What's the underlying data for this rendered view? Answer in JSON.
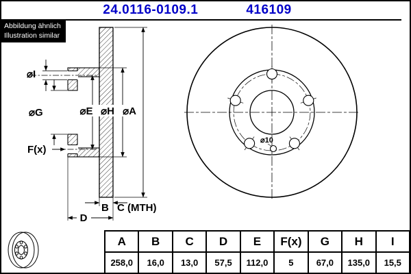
{
  "colors": {
    "accent": "#0000c8",
    "note_bg": "#000000",
    "line": "#000000"
  },
  "header": {
    "part_number": "24.0116-0109.1",
    "ref_number": "416109"
  },
  "note": {
    "line1": "Abbildung ähnlich",
    "line2": "Illustration similar"
  },
  "drawing": {
    "labels": {
      "dia_i": "⌀I",
      "dia_g": "⌀G",
      "dia_e": "⌀E",
      "dia_h": "⌀H",
      "dia_a": "⌀A",
      "f_x": "F(x)",
      "b": "B",
      "c_mth": "C (MTH)",
      "d": "D",
      "dia_10": "⌀10"
    }
  },
  "table": {
    "headers": [
      "A",
      "B",
      "C",
      "D",
      "E",
      "F(x)",
      "G",
      "H",
      "I"
    ],
    "values": [
      "258,0",
      "16,0",
      "13,0",
      "57,5",
      "112,0",
      "5",
      "67,0",
      "135,0",
      "15,5"
    ]
  }
}
